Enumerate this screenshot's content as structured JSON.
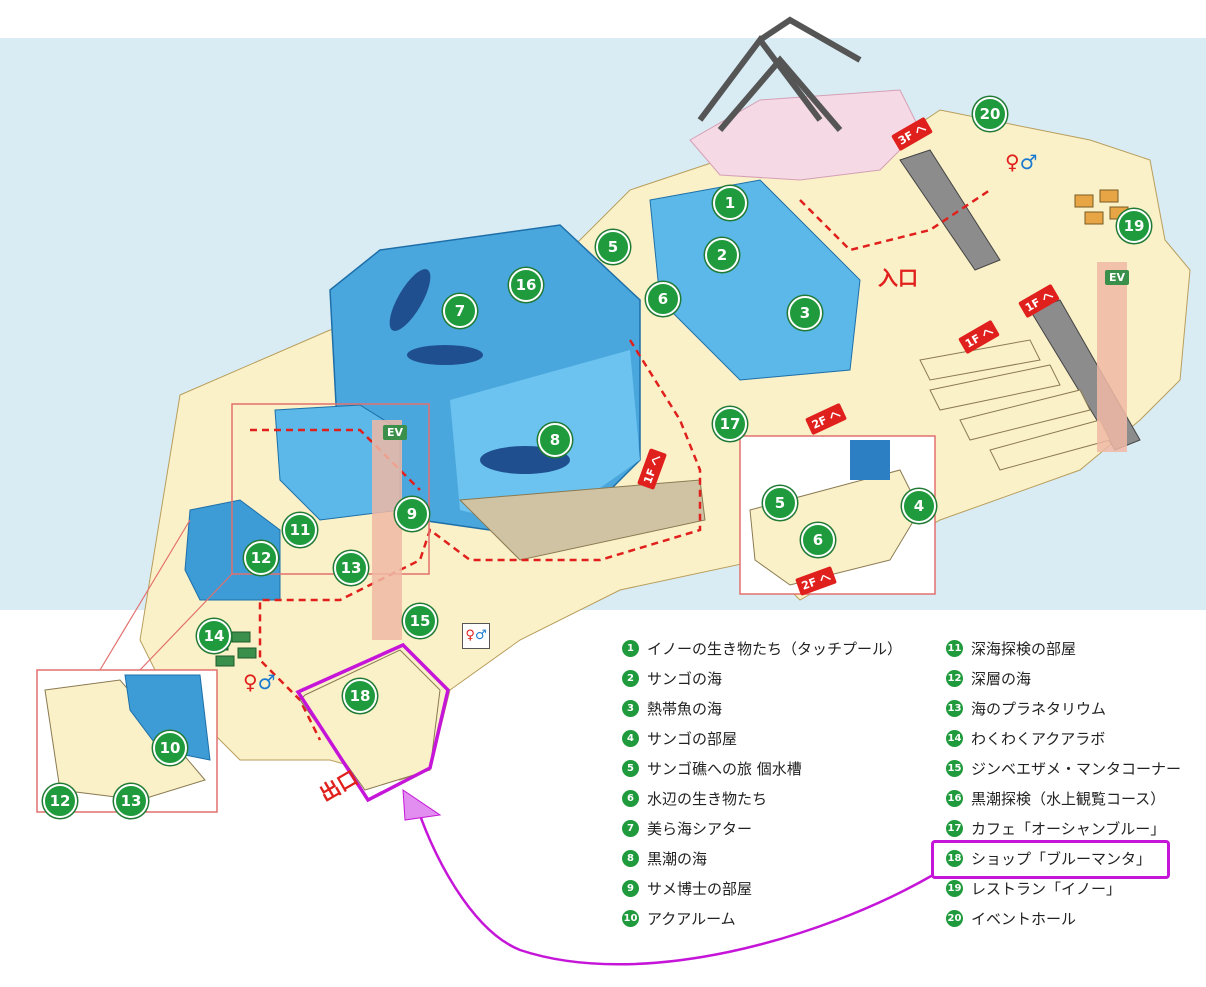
{
  "labels": {
    "entrance": "入口",
    "exit": "出口",
    "floor_3f": "3F へ",
    "floor_2f": "2F へ",
    "floor_1f_a": "1F へ",
    "floor_1f_b": "1F へ",
    "floor_1f_c": "1F へ",
    "floor_2f_b": "2F へ",
    "ev_a": "EV",
    "ev_b": "EV"
  },
  "markers": [
    "1",
    "2",
    "3",
    "4",
    "5",
    "6",
    "7",
    "8",
    "9",
    "10",
    "11",
    "12",
    "13",
    "14",
    "15",
    "16",
    "17",
    "18",
    "19",
    "20"
  ],
  "inset_markers": {
    "a5": "5",
    "a6": "6",
    "a4": "4",
    "b10": "10",
    "b12": "12",
    "b13": "13"
  },
  "legend": [
    {
      "num": "1",
      "text": "イノーの生き物たち（タッチプール）"
    },
    {
      "num": "2",
      "text": "サンゴの海"
    },
    {
      "num": "3",
      "text": "熱帯魚の海"
    },
    {
      "num": "4",
      "text": "サンゴの部屋"
    },
    {
      "num": "5",
      "text": "サンゴ礁への旅 個水槽"
    },
    {
      "num": "6",
      "text": "水辺の生き物たち"
    },
    {
      "num": "7",
      "text": "美ら海シアター"
    },
    {
      "num": "8",
      "text": "黒潮の海"
    },
    {
      "num": "9",
      "text": "サメ博士の部屋"
    },
    {
      "num": "10",
      "text": "アクアルーム"
    },
    {
      "num": "11",
      "text": "深海探検の部屋"
    },
    {
      "num": "12",
      "text": "深層の海"
    },
    {
      "num": "13",
      "text": "海のプラネタリウム"
    },
    {
      "num": "14",
      "text": "わくわくアクアラボ"
    },
    {
      "num": "15",
      "text": "ジンベエザメ・マンタコーナー"
    },
    {
      "num": "16",
      "text": "黒潮探検（水上観覧コース）"
    },
    {
      "num": "17",
      "text": "カフェ「オーシャンブルー」"
    },
    {
      "num": "18",
      "text": "ショップ「ブルーマンタ」"
    },
    {
      "num": "19",
      "text": "レストラン「イノー」"
    },
    {
      "num": "20",
      "text": "イベントホール"
    }
  ],
  "colors": {
    "highlight": "#c515d8",
    "marker": "#1f9a3c",
    "route": "#e0201c",
    "sky": "#d9ecf4",
    "water": "#5bb8e8",
    "floor": "#fbf1c8"
  }
}
